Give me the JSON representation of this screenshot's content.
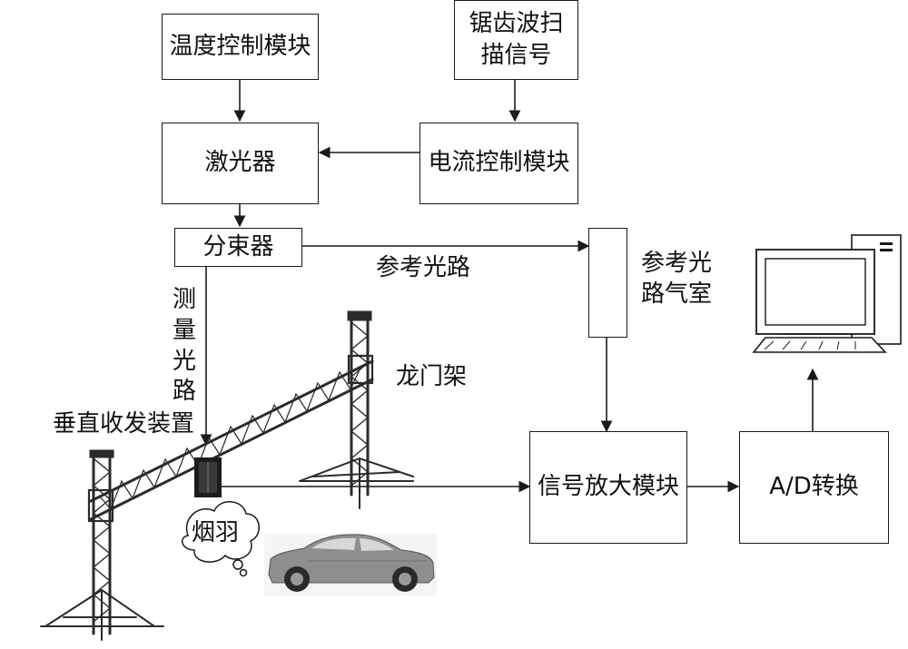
{
  "blocks": {
    "temperature_control": "温度控制模块",
    "sawtooth_scan_line1": "锯齿波扫",
    "sawtooth_scan_line2": "描信号",
    "laser": "激光器",
    "current_control": "电流控制模块",
    "beam_splitter": "分束器",
    "signal_amplifier": "信号放大模块",
    "ad_converter": "A/D转换"
  },
  "labels": {
    "reference_path": "参考光路",
    "reference_cell_line1": "参考光",
    "reference_cell_line2": "路气室",
    "measurement_path": "测量光路",
    "gantry": "龙门架",
    "vertical_transceiver": "垂直收发装置",
    "plume": "烟羽"
  },
  "icons": {
    "computer": "computer-icon",
    "car": "car-icon",
    "gantry": "gantry-truss-icon",
    "cloud": "smoke-cloud-icon"
  },
  "colors": {
    "line": "#1a1a1a",
    "box_fill": "#ffffff",
    "truss": "#2b2b2b",
    "car_body": "#8e8e8e",
    "device": "#1c1c1c"
  }
}
